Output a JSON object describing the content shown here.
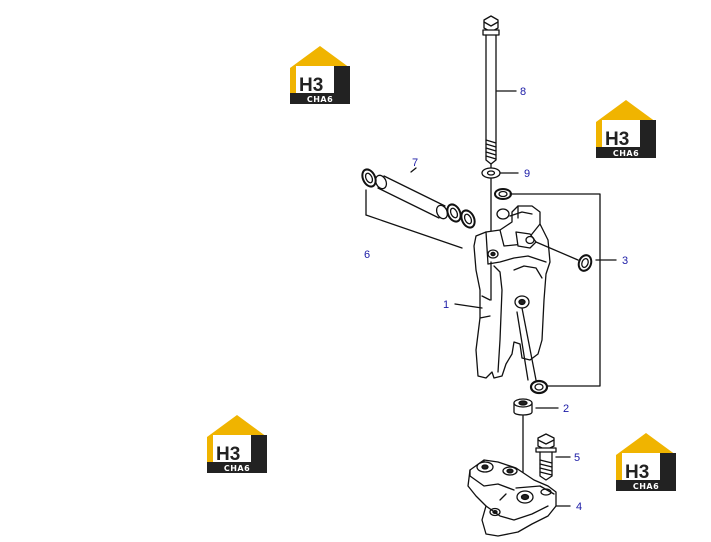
{
  "callouts": {
    "c1": "1",
    "c2": "2",
    "c3": "3",
    "c4": "4",
    "c5": "5",
    "c6": "6",
    "c7": "7",
    "c8": "8",
    "c9": "9"
  },
  "watermark": {
    "mark": "H3",
    "word": "CHA6",
    "colors": {
      "roof": "#f0b400",
      "dark": "#222222",
      "light": "#ffffff"
    }
  },
  "colors": {
    "line": "#111111",
    "callout": "#1a1aa6",
    "background": "#ffffff"
  }
}
